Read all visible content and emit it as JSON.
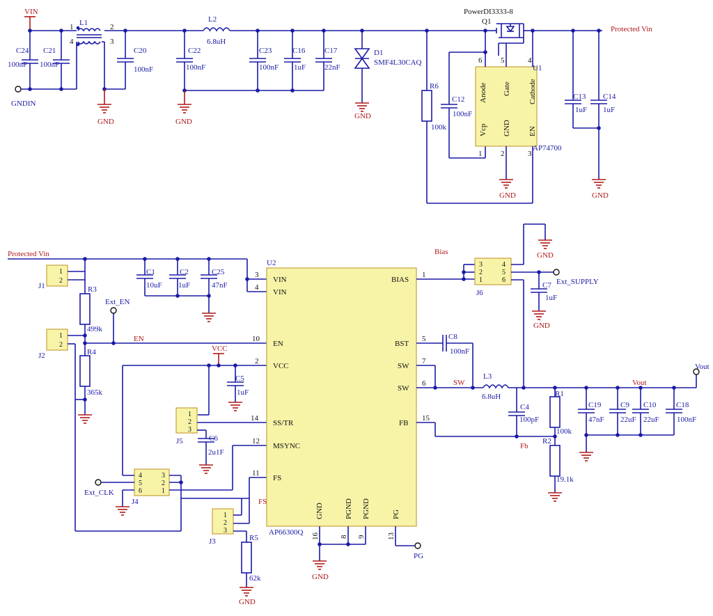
{
  "top": {
    "vin": "VIN",
    "gndin": "GNDIN",
    "gnd": "GND",
    "protected_vin": "Protected Vin",
    "l1": {
      "ref": "L1",
      "pin1": "1",
      "pin2": "2",
      "pin3": "3",
      "pin4": "4"
    },
    "l2": {
      "ref": "L2",
      "value": "6.8uH"
    },
    "caps": [
      {
        "ref": "C24",
        "value": "100nF"
      },
      {
        "ref": "C21",
        "value": "100nF"
      },
      {
        "ref": "C20",
        "value": "100nF"
      },
      {
        "ref": "C22",
        "value": "100nF"
      },
      {
        "ref": "C23",
        "value": "100nF"
      },
      {
        "ref": "C16",
        "value": "1uF"
      },
      {
        "ref": "C17",
        "value": "22nF"
      },
      {
        "ref": "C12",
        "value": "100nF"
      },
      {
        "ref": "C13",
        "value": "1uF"
      },
      {
        "ref": "C14",
        "value": "1uF"
      }
    ],
    "d1": {
      "ref": "D1",
      "value": "SMF4L30CAQ"
    },
    "q1": {
      "ref": "Q1",
      "value": "PowerDI3333-8"
    },
    "r6": {
      "ref": "R6",
      "value": "100k"
    },
    "u1": {
      "ref": "U1",
      "part": "AP74700",
      "anode": "Anode",
      "gate": "Gate",
      "cathode": "Cathode",
      "vcp": "Vcp",
      "gndpin": "GND",
      "en": "EN",
      "p6": "6",
      "p5": "5",
      "p4": "4",
      "p1": "1",
      "p2": "2",
      "p3": "3"
    }
  },
  "bottom": {
    "protected_vin": "Protected Vin",
    "bias_net": "Bias",
    "en_net": "EN",
    "ext_en": "Ext_EN",
    "vcc": "VCC",
    "sw": "SW",
    "vout": "Vout",
    "fb": "Fb",
    "fs": "FS",
    "pg": "PG",
    "ext_supply": "Ext_SUPPLY",
    "ext_clk": "Ext_CLK",
    "gnd": "GND",
    "u2": {
      "ref": "U2",
      "part": "AP66300Q",
      "pins_left": [
        {
          "num": "3",
          "name": "VIN"
        },
        {
          "num": "4",
          "name": "VIN"
        },
        {
          "num": "10",
          "name": "EN"
        },
        {
          "num": "2",
          "name": "VCC"
        },
        {
          "num": "14",
          "name": "SS/TR"
        },
        {
          "num": "12",
          "name": "MSYNC"
        },
        {
          "num": "11",
          "name": "FS"
        }
      ],
      "pins_right": [
        {
          "num": "1",
          "name": "BIAS"
        },
        {
          "num": "5",
          "name": "BST"
        },
        {
          "num": "7",
          "name": "SW"
        },
        {
          "num": "6",
          "name": "SW"
        },
        {
          "num": "15",
          "name": "FB"
        }
      ],
      "pins_bottom": [
        {
          "num": "16",
          "name": "GND"
        },
        {
          "num": "8",
          "name": "PGND"
        },
        {
          "num": "9",
          "name": "PGND"
        },
        {
          "num": "13",
          "name": "PG"
        }
      ]
    },
    "caps": [
      {
        "ref": "C1",
        "value": "10uF"
      },
      {
        "ref": "C2",
        "value": "1uF"
      },
      {
        "ref": "C25",
        "value": "47nF"
      },
      {
        "ref": "C5",
        "value": "1uF"
      },
      {
        "ref": "C6",
        "value": "2u1F"
      },
      {
        "ref": "C8",
        "value": "100nF"
      },
      {
        "ref": "C7",
        "value": "1uF"
      },
      {
        "ref": "C4",
        "value": "100pF"
      },
      {
        "ref": "C19",
        "value": "47nF"
      },
      {
        "ref": "C9",
        "value": "22uF"
      },
      {
        "ref": "C10",
        "value": "22uF"
      },
      {
        "ref": "C18",
        "value": "100nF"
      }
    ],
    "resistors": [
      {
        "ref": "R3",
        "value": "499k"
      },
      {
        "ref": "R4",
        "value": "365k"
      },
      {
        "ref": "R5",
        "value": "62k"
      },
      {
        "ref": "R1",
        "value": "100k"
      },
      {
        "ref": "R2",
        "value": "19.1k"
      }
    ],
    "l3": {
      "ref": "L3",
      "value": "6.8uH"
    },
    "j1": {
      "ref": "J1",
      "pins": [
        "1",
        "2"
      ]
    },
    "j2": {
      "ref": "J2",
      "pins": [
        "1",
        "2"
      ]
    },
    "j3": {
      "ref": "J3",
      "pins": [
        "1",
        "2",
        "3"
      ]
    },
    "j5": {
      "ref": "J5",
      "pins": [
        "1",
        "2",
        "3"
      ]
    },
    "j4": {
      "ref": "J4",
      "left": [
        "4",
        "5",
        "6"
      ],
      "right": [
        "3",
        "2",
        "1"
      ]
    },
    "j6": {
      "ref": "J6",
      "left": [
        "3",
        "2",
        "1"
      ],
      "right": [
        "4",
        "5",
        "6"
      ]
    }
  }
}
